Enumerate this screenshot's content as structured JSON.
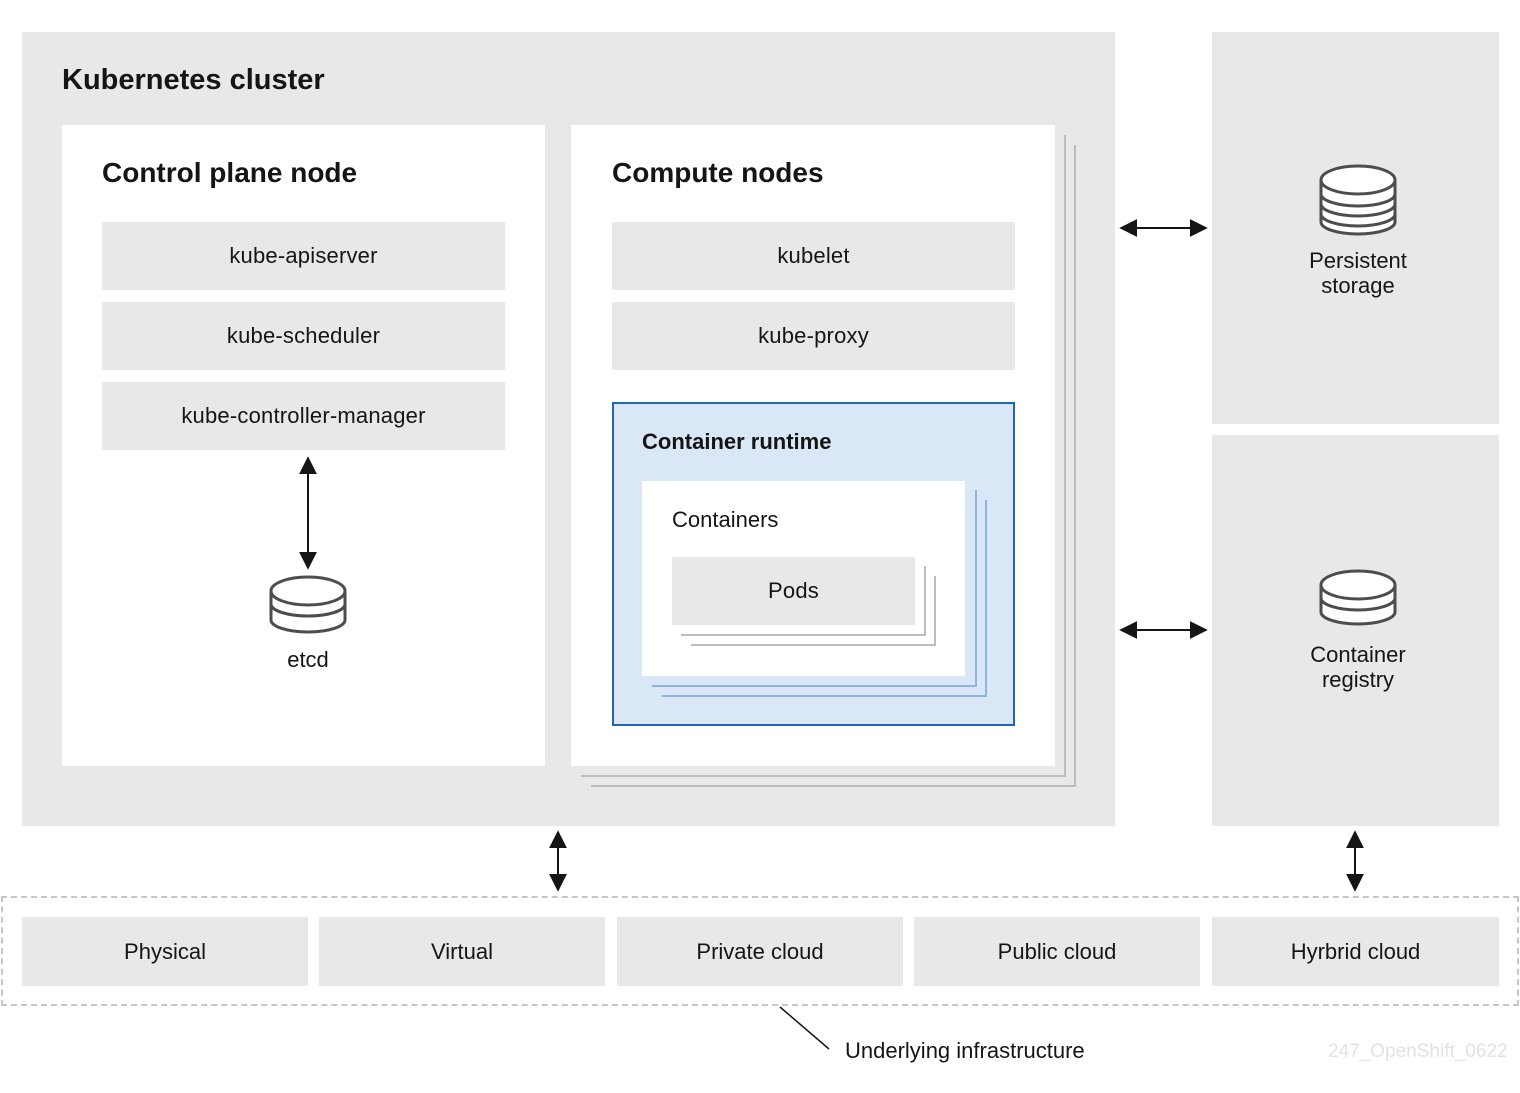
{
  "cluster": {
    "title": "Kubernetes cluster"
  },
  "control_plane": {
    "title": "Control plane node",
    "components": [
      "kube-apiserver",
      "kube-scheduler",
      "kube-controller-manager"
    ],
    "etcd_label": "etcd"
  },
  "compute": {
    "title": "Compute nodes",
    "components": [
      "kubelet",
      "kube-proxy"
    ],
    "runtime": {
      "title": "Container runtime",
      "containers_label": "Containers",
      "pods_label": "Pods"
    }
  },
  "storage": {
    "persistent": "Persistent storage",
    "registry": "Container registry"
  },
  "infrastructure": {
    "items": [
      "Physical",
      "Virtual",
      "Private cloud",
      "Public cloud",
      "Hyrbrid cloud"
    ],
    "label": "Underlying infrastructure"
  },
  "watermark": "247_OpenShift_0622",
  "colors": {
    "panel_gray": "#e8e8e8",
    "runtime_fill": "#dae7f6",
    "runtime_border": "#1f66b8",
    "text": "#151515"
  }
}
